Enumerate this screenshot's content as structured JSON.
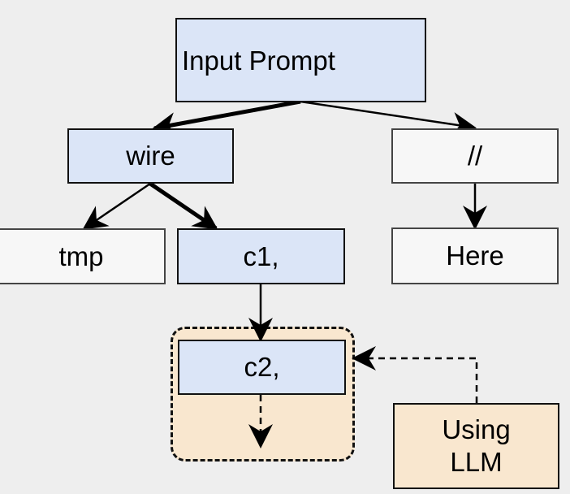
{
  "diagram": {
    "nodes": {
      "input_prompt": "Input Prompt",
      "wire": "wire",
      "comment": "//",
      "tmp": "tmp",
      "c1": "c1,",
      "here": "Here",
      "c2": "c2,",
      "using_llm_line1": "Using",
      "using_llm_line2": "LLM"
    },
    "colors": {
      "selected_fill": "#dbe5f7",
      "unselected_fill": "#f7f7f7",
      "llm_fill": "#f9e7cf",
      "background": "#eeeeee"
    }
  }
}
